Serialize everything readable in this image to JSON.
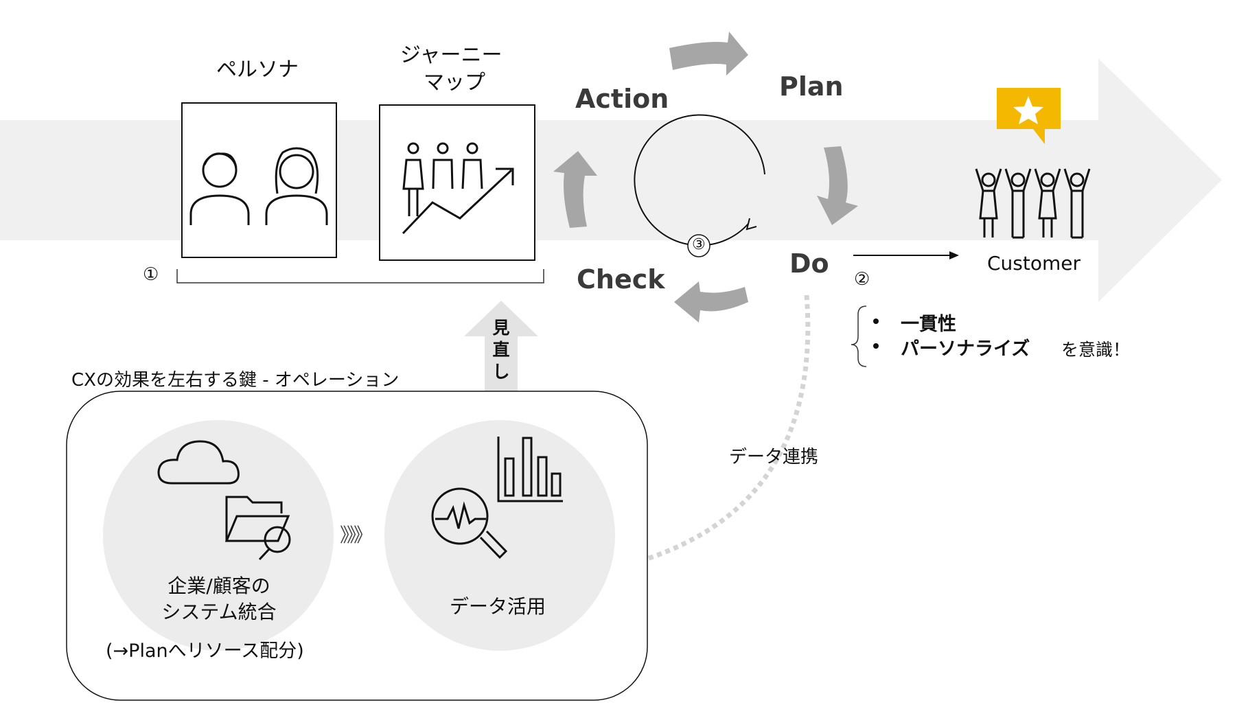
{
  "labels": {
    "persona": "ペルソナ",
    "journey_line1": "ジャーニー",
    "journey_line2": "マップ",
    "customer": "Customer"
  },
  "pdca": {
    "action": "Action",
    "plan": "Plan",
    "do": "Do",
    "check": "Check"
  },
  "markers": {
    "one": "①",
    "two": "②",
    "three": "③"
  },
  "consistency": {
    "bullets": [
      "一貫性",
      "パーソナライズ"
    ],
    "suffix": "を意識！"
  },
  "review": {
    "chars": [
      "見",
      "直",
      "し"
    ]
  },
  "operation": {
    "title": "CXの効果を左右する鍵 - オペレーション",
    "integration_line1": "企業/顧客の",
    "integration_line2": "システム統合",
    "resource_note": "(→Planへリソース配分)",
    "chevrons": "》》》",
    "data_use": "データ活用"
  },
  "data_link": "データ連携",
  "colors": {
    "band": "#f0f0f0",
    "arrow_gray": "#a6a6a6",
    "circle_fill": "#ececec",
    "star_badge": "#f5b800",
    "dotted_line": "#d4d4d4"
  },
  "icons": [
    "persons-icon",
    "journey-map-icon",
    "star-badge-icon",
    "customers-cheering-icon",
    "cloud-icon",
    "folder-search-icon",
    "bar-chart-icon",
    "magnifier-pulse-icon",
    "cycle-icon"
  ]
}
